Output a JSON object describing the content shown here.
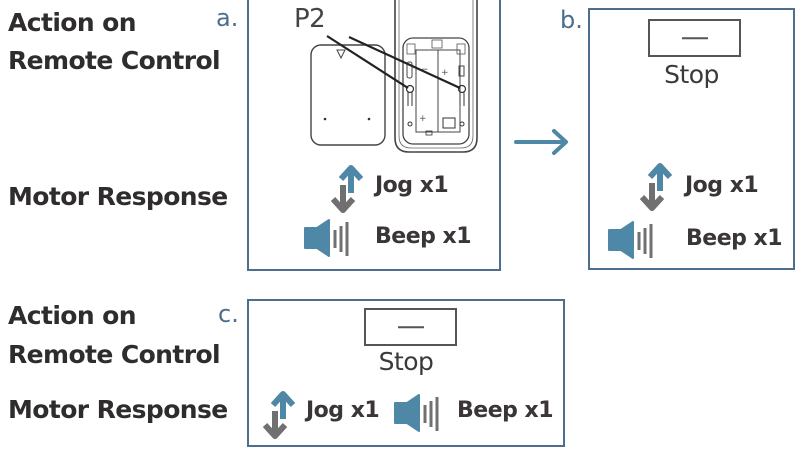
{
  "colors": {
    "accent_blue": "#4f87a6",
    "panel_border": "#4d6f8b",
    "arrow_gray": "#707070",
    "text_dark": "#2f2c2d"
  },
  "labels": {
    "action_line1": "Action on",
    "action_line2": "Remote Control",
    "motor_response": "Motor Response"
  },
  "steps": [
    {
      "letter": "a.",
      "callout": "P2",
      "illustration": "remote-battery-compartment",
      "responses": {
        "jog": "Jog x1",
        "beep": "Beep x1"
      }
    },
    {
      "letter": "b.",
      "button_symbol": "—",
      "button_label": "Stop",
      "responses": {
        "jog": "Jog x1",
        "beep": "Beep x1"
      }
    },
    {
      "letter": "c.",
      "button_symbol": "—",
      "button_label": "Stop",
      "responses": {
        "jog": "Jog x1",
        "beep": "Beep x1"
      }
    }
  ],
  "transition_icon": "right-arrow-icon"
}
